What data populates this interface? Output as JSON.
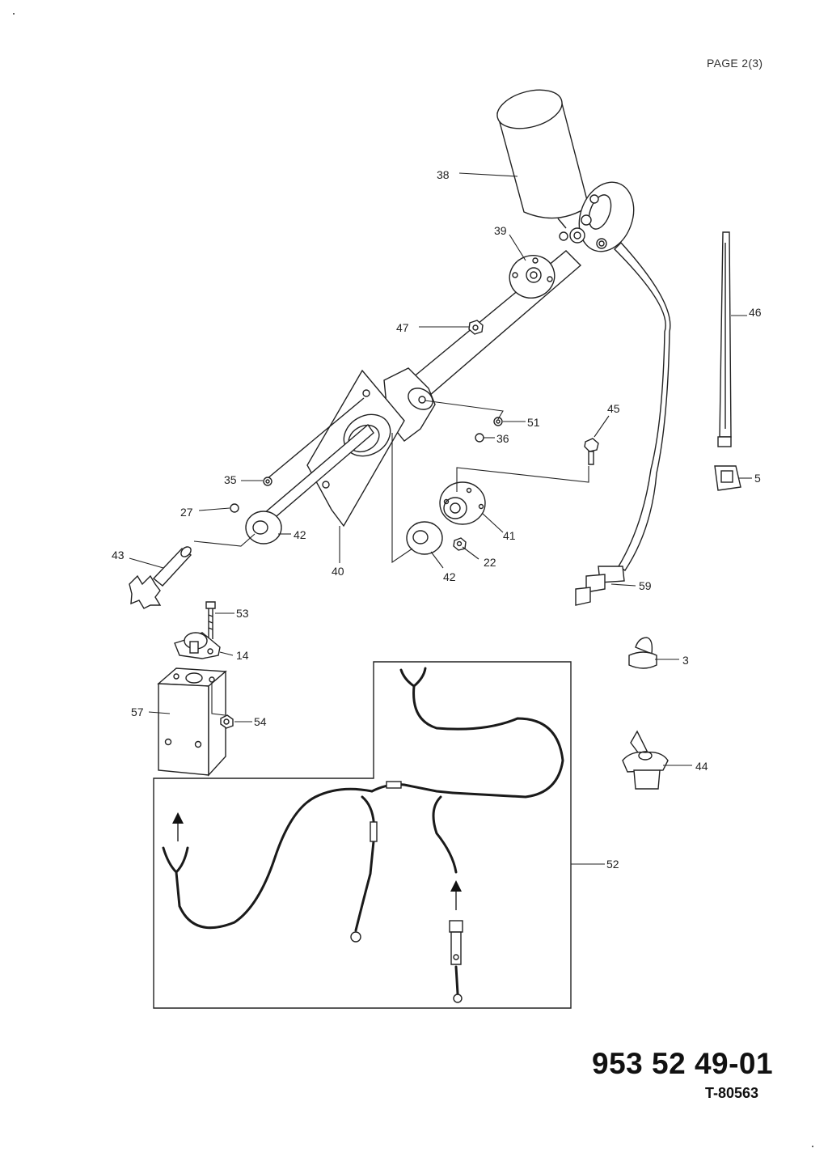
{
  "header": {
    "page_label": "PAGE 2(3)"
  },
  "footer": {
    "part_number": "953 52 49-01",
    "drawing_id": "T-80563"
  },
  "callouts": [
    {
      "id": "c38",
      "label": "38"
    },
    {
      "id": "c39",
      "label": "39"
    },
    {
      "id": "c46",
      "label": "46"
    },
    {
      "id": "c47",
      "label": "47"
    },
    {
      "id": "c45",
      "label": "45"
    },
    {
      "id": "c51",
      "label": "51"
    },
    {
      "id": "c36",
      "label": "36"
    },
    {
      "id": "c35",
      "label": "35"
    },
    {
      "id": "c5",
      "label": "5"
    },
    {
      "id": "c27",
      "label": "27"
    },
    {
      "id": "c42a",
      "label": "42"
    },
    {
      "id": "c41",
      "label": "41"
    },
    {
      "id": "c43",
      "label": "43"
    },
    {
      "id": "c40",
      "label": "40"
    },
    {
      "id": "c22",
      "label": "22"
    },
    {
      "id": "c42b",
      "label": "42"
    },
    {
      "id": "c59",
      "label": "59"
    },
    {
      "id": "c53",
      "label": "53"
    },
    {
      "id": "c14",
      "label": "14"
    },
    {
      "id": "c3",
      "label": "3"
    },
    {
      "id": "c57",
      "label": "57"
    },
    {
      "id": "c54",
      "label": "54"
    },
    {
      "id": "c44",
      "label": "44"
    },
    {
      "id": "c52",
      "label": "52"
    }
  ]
}
